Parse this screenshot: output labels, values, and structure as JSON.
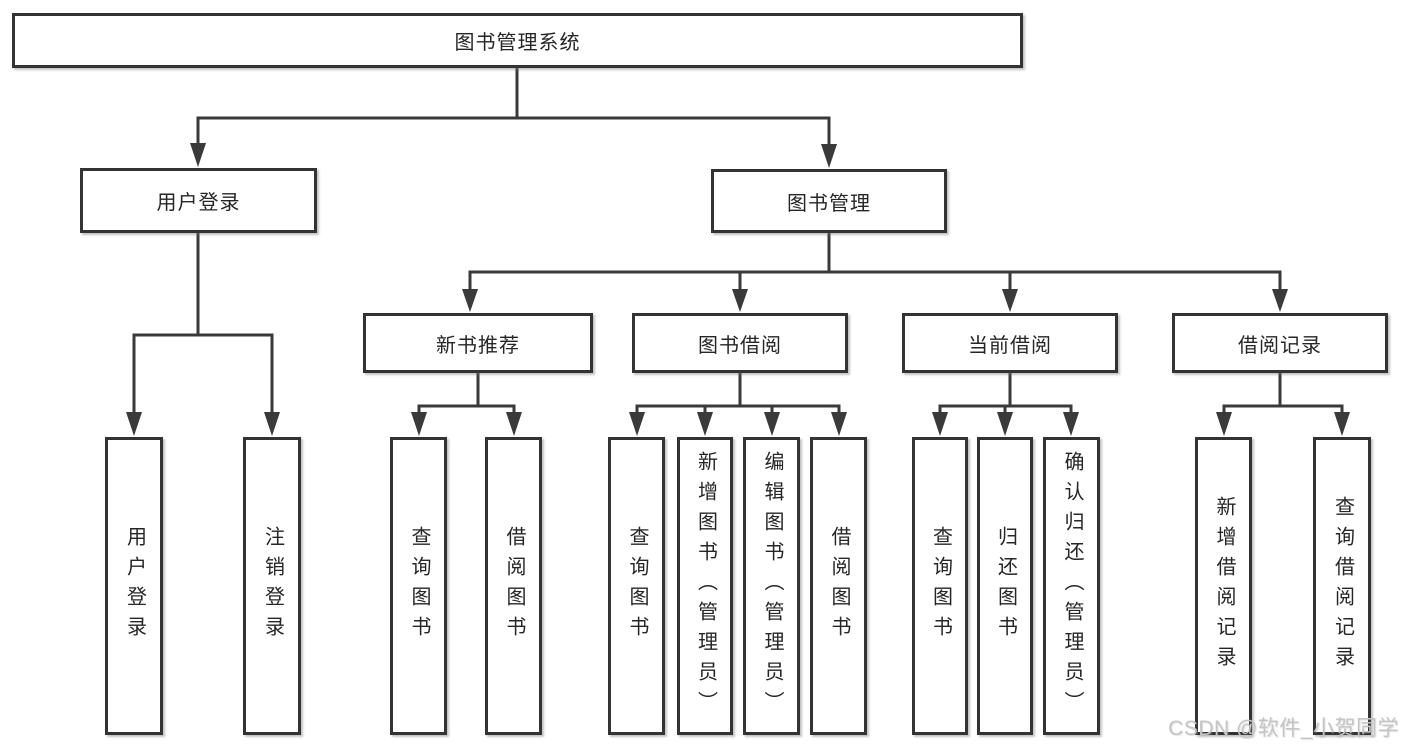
{
  "diagram": {
    "watermark": "CSDN @软件_小贺同学",
    "colors": {
      "line": "#3a3a3a",
      "box_border": "#333333",
      "text": "#262626",
      "watermark": "#c5c5c5",
      "background": "#ffffff"
    },
    "nodes": {
      "root": {
        "label": "图书管理系统"
      },
      "user_login": {
        "label": "用户登录"
      },
      "book_mgmt": {
        "label": "图书管理"
      },
      "new_book_rec": {
        "label": "新书推荐"
      },
      "book_borrow": {
        "label": "图书借阅"
      },
      "current_borrow": {
        "label": "当前借阅"
      },
      "borrow_records": {
        "label": "借阅记录"
      },
      "leaf_user_login": {
        "label": "用户登录"
      },
      "leaf_logout": {
        "label": "注销登录"
      },
      "leaf_rec_query": {
        "label": "查询图书"
      },
      "leaf_rec_borrow": {
        "label": "借阅图书"
      },
      "leaf_bb_query": {
        "label": "查询图书"
      },
      "leaf_bb_add": {
        "label": "新增图书（管理员）"
      },
      "leaf_bb_edit": {
        "label": "编辑图书（管理员）"
      },
      "leaf_bb_borrow": {
        "label": "借阅图书"
      },
      "leaf_cb_query": {
        "label": "查询图书"
      },
      "leaf_cb_return": {
        "label": "归还图书"
      },
      "leaf_cb_confirm": {
        "label": "确认归还（管理员）"
      },
      "leaf_br_add": {
        "label": "新增借阅记录"
      },
      "leaf_br_query": {
        "label": "查询借阅记录"
      }
    }
  }
}
